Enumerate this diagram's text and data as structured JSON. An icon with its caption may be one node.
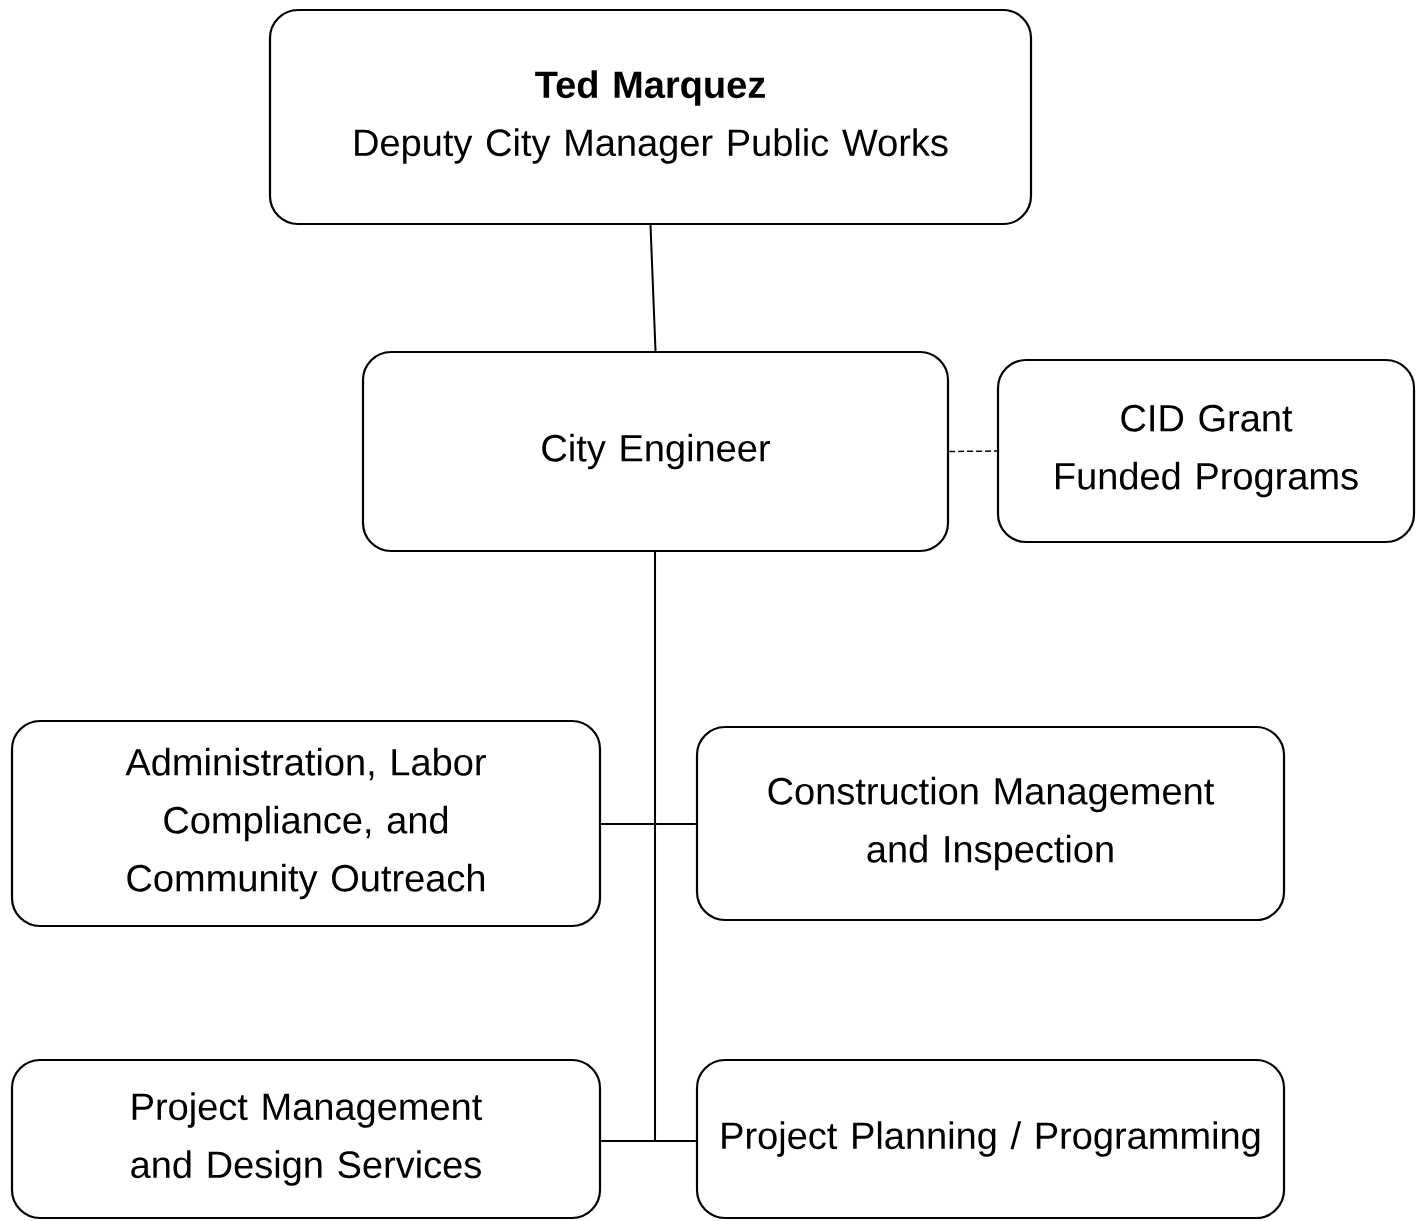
{
  "diagram": {
    "nodes": [
      {
        "text": [
          "Ted Marquez",
          "Deputy City Manager Public Works"
        ]
      },
      {
        "text": [
          "City Engineer"
        ]
      },
      {
        "text": [
          "CID Grant Funded Programs"
        ]
      },
      {
        "text": [
          "Administration, Labor Compliance, and Community Outreach"
        ]
      },
      {
        "text": [
          "Construction Management and Inspection"
        ]
      },
      {
        "text": [
          "Project Management and Design Services"
        ]
      },
      {
        "text": [
          "Project Planning / Programming"
        ]
      }
    ],
    "edges": [
      {
        "from": 0,
        "to": 1,
        "arrow": "none"
      },
      {
        "from": 1,
        "to": 2,
        "arrow": "none",
        "style": "dashed"
      },
      {
        "from": 1,
        "to": 3,
        "arrow": "none"
      },
      {
        "from": 1,
        "to": 4,
        "arrow": "none"
      },
      {
        "from": 1,
        "to": 5,
        "arrow": "none"
      },
      {
        "from": 1,
        "to": 6,
        "arrow": "none"
      }
    ]
  }
}
